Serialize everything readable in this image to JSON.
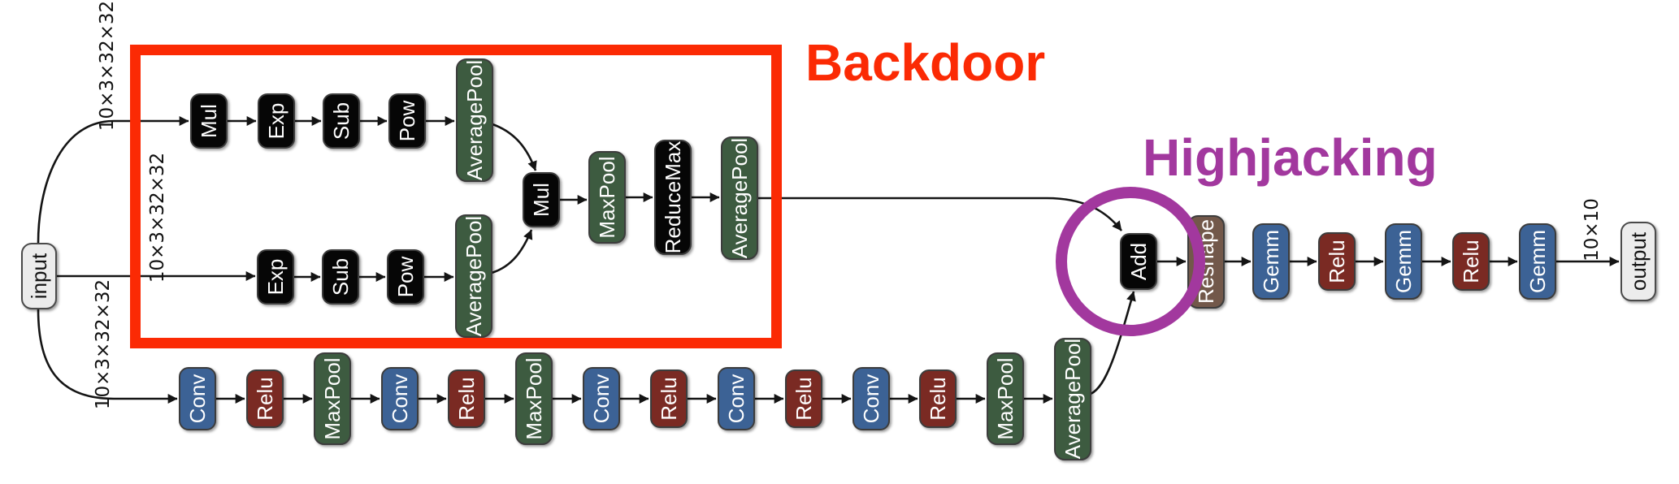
{
  "colors": {
    "accent_red": "#fb2a04",
    "accent_purple": "#a2389e",
    "node_black": "#060606",
    "node_green": "#3d5b40",
    "node_blue": "#3c6295",
    "node_red": "#7a2a23",
    "node_brown": "#72584a",
    "node_border": "#3c3c3c",
    "io_fill": "#ececec",
    "edge": "#141414",
    "background": "#ffffff"
  },
  "diagram": {
    "annotations": {
      "backdoor": {
        "label": "Backdoor"
      },
      "highjacking": {
        "label": "Highjacking"
      }
    },
    "io": {
      "input": "input",
      "output": "output"
    },
    "edge_labels": {
      "input_top": "10×3×32×32",
      "input_middle": "10×3×32×32",
      "input_bottom": "10×3×32×32",
      "output": "10×10"
    },
    "nodes": {
      "b1_mul": "Mul",
      "b1_exp": "Exp",
      "b1_sub": "Sub",
      "b1_pow": "Pow",
      "b1_avgpool": "AveragePool",
      "join_mul": "Mul",
      "join_maxpool": "MaxPool",
      "join_reducemax": "ReduceMax",
      "join_avgpool": "AveragePool",
      "b2_exp": "Exp",
      "b2_sub": "Sub",
      "b2_pow": "Pow",
      "b2_avgpool": "AveragePool",
      "b3_conv1": "Conv",
      "b3_relu1": "Relu",
      "b3_maxpool1": "MaxPool",
      "b3_conv2": "Conv",
      "b3_relu2": "Relu",
      "b3_maxpool2": "MaxPool",
      "b3_conv3": "Conv",
      "b3_relu3": "Relu",
      "b3_conv4": "Conv",
      "b3_relu4": "Relu",
      "b3_conv5": "Conv",
      "b3_relu5": "Relu",
      "b3_maxpool3": "MaxPool",
      "b3_avgpool": "AveragePool",
      "add": "Add",
      "reshape": "Reshape",
      "gemm1": "Gemm",
      "relu6": "Relu",
      "gemm2": "Gemm",
      "relu7": "Relu",
      "gemm3": "Gemm"
    }
  }
}
